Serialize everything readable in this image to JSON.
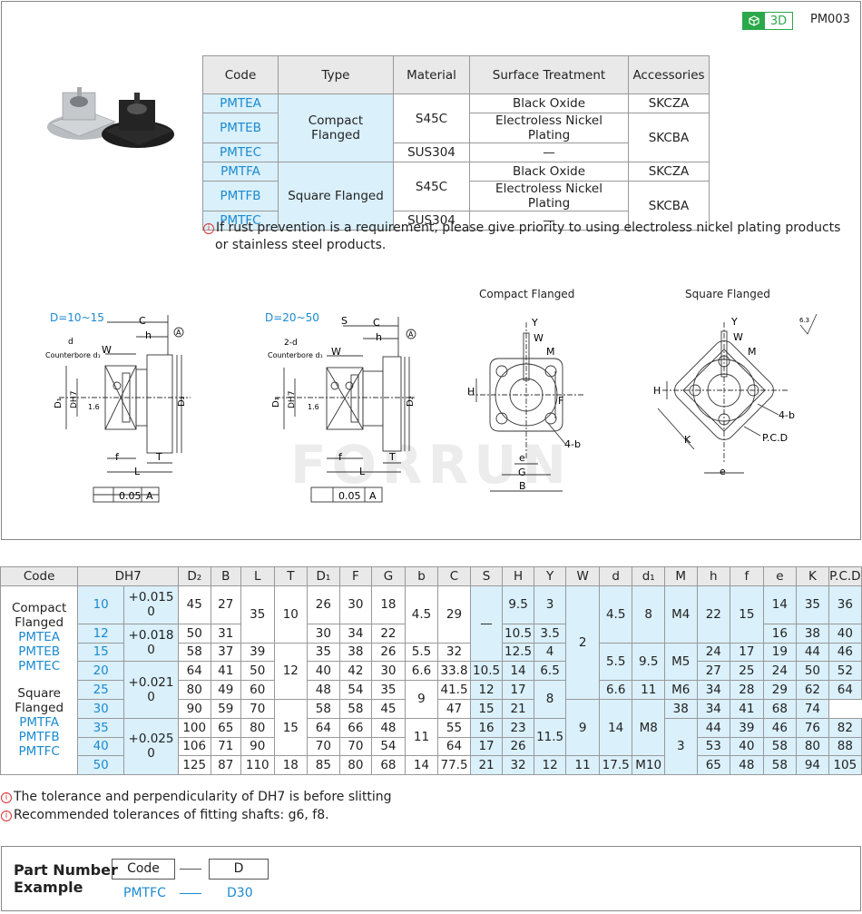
{
  "header": {
    "badge": "3D",
    "code": "PM003"
  },
  "type_table": {
    "headers": [
      "Code",
      "Type",
      "Material",
      "Surface Treatment",
      "Accessories"
    ],
    "codes": [
      "PMTEA",
      "PMTEB",
      "PMTEC",
      "PMTFA",
      "PMTFB",
      "PMTFC"
    ],
    "types": [
      "Compact Flanged",
      "Square Flanged"
    ],
    "materials": [
      "S45C",
      "SUS304",
      "S45C",
      "SUS304"
    ],
    "treatments": [
      "Black Oxide",
      "Electroless Nickel Plating",
      "—",
      "Black Oxide",
      "Electroless Nickel Plating",
      "—"
    ],
    "accessories": [
      "SKCZA",
      "SKCBA",
      "SKCZA",
      "SKCBA"
    ]
  },
  "warning": {
    "line1": "If rust prevention is a requirement, please give priority to using electroless nickel plating products",
    "line2": "or stainless steel products."
  },
  "drawings": {
    "range1": "D=10~15",
    "range2": "D=20~50",
    "compact_title": "Compact Flanged",
    "square_title": "Square Flanged",
    "labels": {
      "C": "C",
      "h": "h",
      "A": "A",
      "d": "d",
      "two_d": "2-d",
      "counterbore": "Counterbore d₁",
      "W": "W",
      "S": "S",
      "D1": "D₁",
      "DH7": "DH7",
      "D2": "D₂",
      "f": "f",
      "L": "L",
      "T": "T",
      "rough": "1.6",
      "tol": "0.05",
      "tol_ref": "A",
      "Y": "Y",
      "M": "M",
      "H": "H",
      "F": "F",
      "e": "e",
      "G": "G",
      "B": "B",
      "four_b": "4-b",
      "K": "K",
      "PCD": "P.C.D",
      "surface": "6.3"
    },
    "watermark": "FORRUN"
  },
  "spec_table": {
    "headers": [
      "Code",
      "DH7",
      "D₂",
      "B",
      "L",
      "T",
      "D₁",
      "F",
      "G",
      "b",
      "C",
      "S",
      "H",
      "Y",
      "W",
      "d",
      "d₁",
      "M",
      "h",
      "f",
      "e",
      "K",
      "P.C.D"
    ],
    "group1_title": "Compact Flanged",
    "group1_codes": [
      "PMTEA",
      "PMTEB",
      "PMTEC"
    ],
    "group2_title": "Square Flanged",
    "group2_codes": [
      "PMTFA",
      "PMTFB",
      "PMTFC"
    ],
    "D": [
      "10",
      "12",
      "15",
      "20",
      "25",
      "30",
      "35",
      "40",
      "50"
    ],
    "tolerances": [
      "+0.015\n0",
      "+0.018\n0",
      "+0.021\n0",
      "+0.025\n0"
    ],
    "D2": [
      "45",
      "50",
      "58",
      "64",
      "80",
      "90",
      "100",
      "106",
      "125"
    ],
    "B": [
      "27",
      "31",
      "37",
      "41",
      "49",
      "59",
      "65",
      "71",
      "87"
    ],
    "L": [
      "35",
      "39",
      "50",
      "60",
      "70",
      "80",
      "90",
      "110"
    ],
    "T": [
      "10",
      "12",
      "15",
      "18"
    ],
    "D1": [
      "26",
      "30",
      "35",
      "40",
      "48",
      "58",
      "64",
      "70",
      "85"
    ],
    "F": [
      "30",
      "34",
      "38",
      "42",
      "54",
      "58",
      "66",
      "70",
      "80"
    ],
    "G": [
      "18",
      "22",
      "26",
      "30",
      "35",
      "45",
      "48",
      "54",
      "68"
    ],
    "b": [
      "4.5",
      "5.5",
      "6.6",
      "9",
      "11",
      "14"
    ],
    "C": [
      "29",
      "32",
      "33.8",
      "41.5",
      "47",
      "55",
      "64",
      "77.5"
    ],
    "S": [
      "—",
      "10.5",
      "12",
      "15",
      "16",
      "17",
      "21"
    ],
    "H": [
      "9.5",
      "10.5",
      "12.5",
      "14",
      "17",
      "21",
      "23",
      "26",
      "32"
    ],
    "Y": [
      "3",
      "3.5",
      "4",
      "6.5",
      "8",
      "11.5",
      "12"
    ],
    "W": [
      "2",
      "3"
    ],
    "d": [
      "4.5",
      "5.5",
      "6.6",
      "9",
      "11"
    ],
    "d1": [
      "8",
      "9.5",
      "11",
      "14",
      "17.5"
    ],
    "M": [
      "M4",
      "M5",
      "M6",
      "M8",
      "M10"
    ],
    "h": [
      "22",
      "24",
      "27",
      "34",
      "38",
      "44",
      "53",
      "65"
    ],
    "f": [
      "15",
      "17",
      "25",
      "28",
      "34",
      "39",
      "40",
      "48"
    ],
    "e": [
      "14",
      "16",
      "19",
      "24",
      "29",
      "41",
      "46",
      "58"
    ],
    "K": [
      "35",
      "38",
      "44",
      "50",
      "62",
      "68",
      "76",
      "80",
      "94"
    ],
    "PCD": [
      "36",
      "40",
      "46",
      "52",
      "64",
      "74",
      "82",
      "88",
      "105"
    ]
  },
  "notes": {
    "line1": "The tolerance and perpendicularity of DH7 is before slitting",
    "line2": "Recommended tolerances of fitting shafts: g6, f8."
  },
  "part_number": {
    "title1": "Part Number",
    "title2": "Example",
    "box1": "Code",
    "box2": "D",
    "val1": "PMTFC",
    "val2": "D30"
  }
}
